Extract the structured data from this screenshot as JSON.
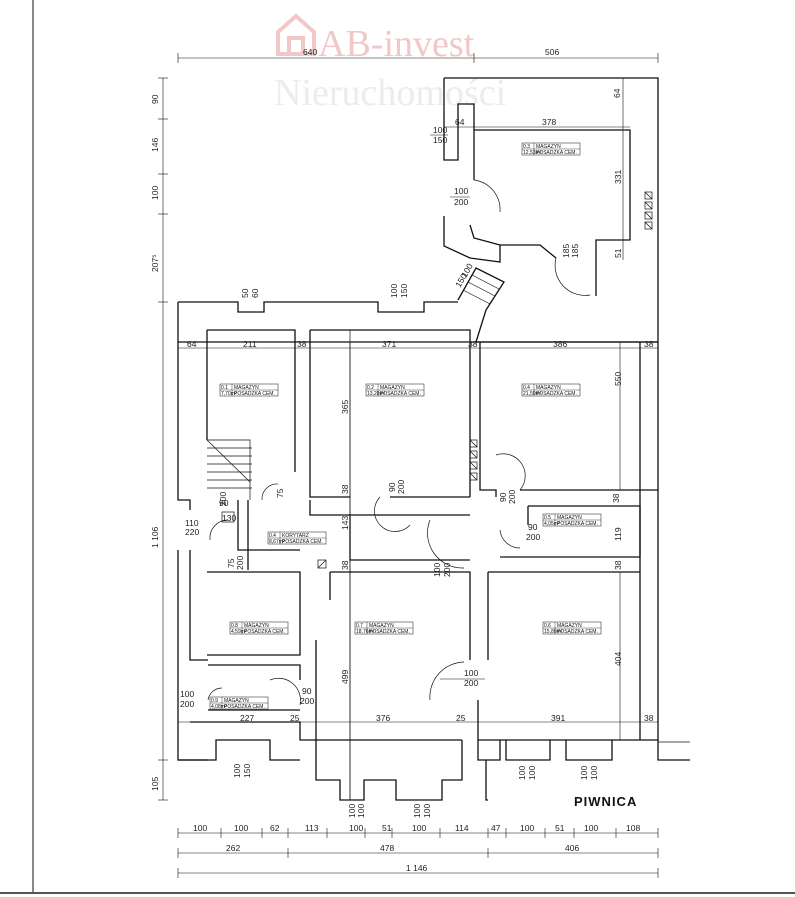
{
  "watermark": {
    "brand": "AB-invest",
    "sub": "Nieruchomości"
  },
  "title": "PIWNICA",
  "top_dims": [
    "640",
    "506"
  ],
  "left_dims": [
    "90",
    "146",
    "100",
    "207⁵",
    "1 106",
    "105"
  ],
  "bottom_row1": [
    "100",
    "100",
    "62",
    "113",
    "100",
    "51",
    "100",
    "114",
    "47",
    "100",
    "51",
    "100",
    "108"
  ],
  "bottom_row2": [
    "262",
    "478",
    "406"
  ],
  "bottom_total": "1 146",
  "rooms": [
    {
      "num": "0.1",
      "name": "MAGAZYN",
      "area": "7,70m²",
      "floor": "POSADZKA CEM."
    },
    {
      "num": "0.2",
      "name": "MAGAZYN",
      "area": "13,28m²",
      "floor": "POSADZKA CEM."
    },
    {
      "num": "0.3",
      "name": "MAGAZYN",
      "area": "12,53m²",
      "floor": "POSADZKA CEM."
    },
    {
      "num": "0.4",
      "name": "MAGAZYN",
      "area": "21,50m²",
      "floor": "POSADZKA CEM."
    },
    {
      "num": "0.5",
      "name": "MAGAZYN",
      "area": "4,05m²",
      "floor": "POSADZKA CEM."
    },
    {
      "num": "0.6",
      "name": "MAGAZYN",
      "area": "15,80m²",
      "floor": "POSADZKA CEM."
    },
    {
      "num": "0.7",
      "name": "MAGAZYN",
      "area": "18,76m²",
      "floor": "POSADZKA CEM."
    },
    {
      "num": "0.8",
      "name": "MAGAZYN",
      "area": "4,59m²",
      "floor": "POSADZKA CEM."
    },
    {
      "num": "0.9",
      "name": "MAGAZYN",
      "area": "4,08m²",
      "floor": "POSADZKA CEM."
    },
    {
      "num": "0.4",
      "name": "KORYTARZ",
      "area": "8,67m²",
      "floor": "POSADZKA CEM."
    }
  ],
  "interior_dims": {
    "d64a": "64",
    "d211": "211",
    "d38a": "38",
    "d371": "371",
    "d38b": "38",
    "d386": "386",
    "d38c": "38",
    "d378": "378",
    "d64b": "64",
    "d64c": "64",
    "d331": "331",
    "d51": "51",
    "d550": "550",
    "d365": "365",
    "d143": "143",
    "d38d": "38",
    "d38e": "38",
    "d38f": "38",
    "d119": "119",
    "d38g": "38",
    "d404": "404",
    "d499": "499",
    "d227": "227",
    "d25a": "25",
    "d376": "376",
    "d25b": "25",
    "d391": "391",
    "d38h": "38",
    "w50": "50",
    "w60": "60",
    "w100a": "100",
    "w150a": "150",
    "w100b": "100",
    "w150b": "150",
    "door100_200a": "100",
    "door200a": "200",
    "door90a": "90",
    "door200b": "200",
    "door90b": "90",
    "door200c": "200",
    "door90c": "90",
    "door200d": "200",
    "door100c": "100",
    "door200e": "200",
    "door100d": "100",
    "door200f": "200",
    "door90d": "90",
    "door200g": "200",
    "door110": "110",
    "door220": "220",
    "door100e": "100",
    "door200h": "200",
    "d75a": "75",
    "d75b": "75",
    "d200v1": "200",
    "d200v2": "200",
    "d130": "130",
    "w100c": "100",
    "w150c": "150",
    "w100f": "100",
    "w100g": "100",
    "w100h": "100",
    "w100i": "100",
    "w100j": "100",
    "w100k": "100",
    "w100l": "100",
    "w100m": "100",
    "w100n": "100",
    "w100o": "100",
    "d185": "185",
    "d185v": "185",
    "d100x": "100",
    "d150x": "150"
  }
}
